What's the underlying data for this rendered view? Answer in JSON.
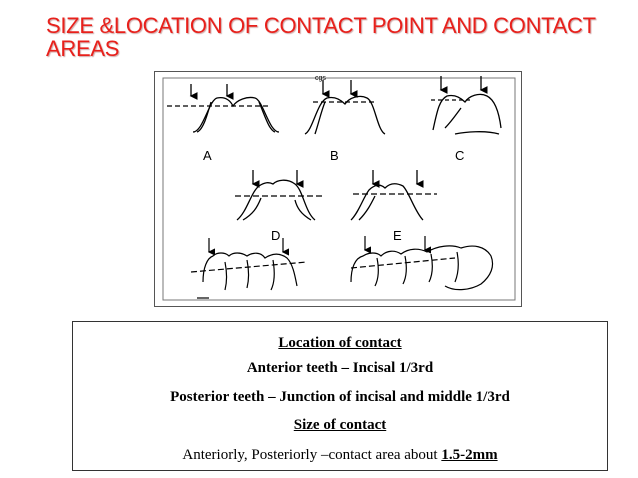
{
  "slide": {
    "title_line1": "SIZE &LOCATION OF CONTACT POINT AND CONTACT",
    "title_line2": "AREAS"
  },
  "figure": {
    "labels": [
      "A",
      "B",
      "C",
      "D",
      "E"
    ]
  },
  "caption": {
    "heading_location": "Location of contact",
    "anterior": "Anterior teeth – Incisal  1/3rd",
    "posterior": "Posterior teeth –  Junction of incisal and middle 1/3rd",
    "heading_size": "Size of contact",
    "size_prefix": "Anteriorly, Posteriorly –contact area  about ",
    "size_value": "1.5-2mm"
  }
}
